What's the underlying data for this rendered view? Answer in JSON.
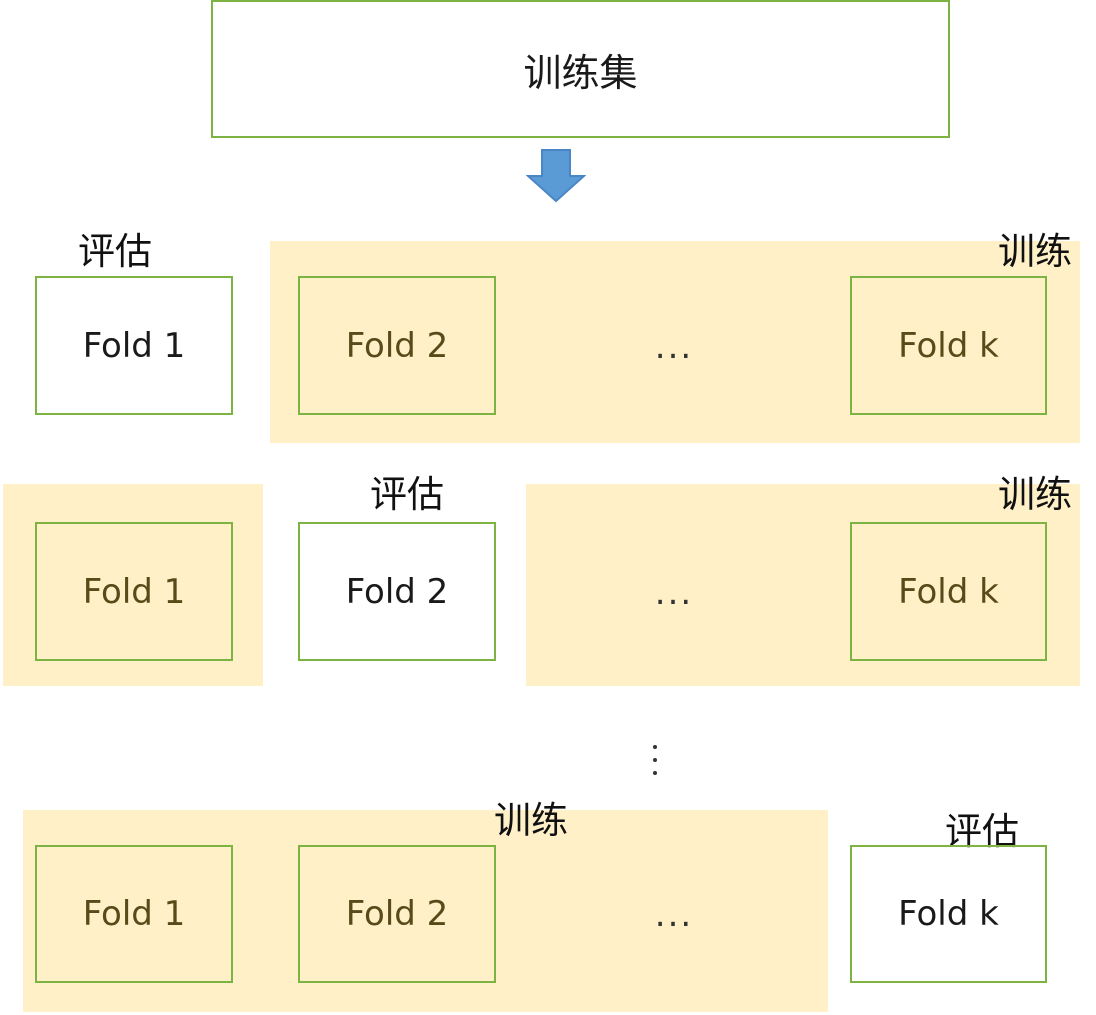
{
  "title": "训练集",
  "labels": {
    "train": "训练",
    "eval": "评估"
  },
  "folds": {
    "f1": "Fold 1",
    "f2": "Fold 2",
    "fk": "Fold k"
  },
  "ellipsis": "...",
  "colors": {
    "box_border": "#7cb342",
    "train_fill": "#fff0c8",
    "arrow_fill": "#5b9bd5",
    "arrow_stroke": "#4a86c5"
  }
}
